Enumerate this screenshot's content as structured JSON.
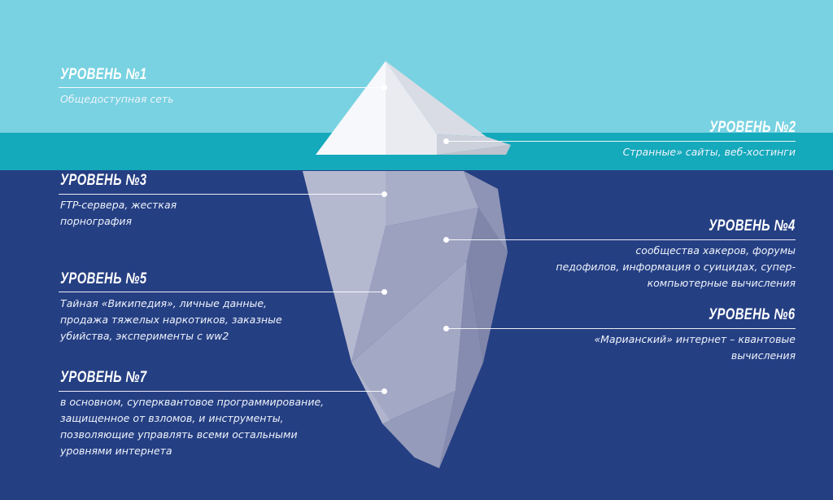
{
  "colors": {
    "sky": "#78d2e1",
    "surface_band": "#14a9bb",
    "deep_water": "#253f83",
    "ice_white": "#ffffff",
    "ice_shadow": "#c8ccd8"
  },
  "levels": [
    {
      "title": "УРОВЕНЬ №1",
      "desc": [
        "Общедоступная сеть"
      ]
    },
    {
      "title": "УРОВЕНЬ №2",
      "desc": [
        "Странные» сайты, веб-хостинги"
      ]
    },
    {
      "title": "УРОВЕНЬ №3",
      "desc": [
        "FTP-сервера, жесткая",
        "порнография"
      ]
    },
    {
      "title": "УРОВЕНЬ №4",
      "desc": [
        "сообщества хакеров, форумы",
        "педофилов, информация о суицидах, супер-",
        "компьютерные вычисления"
      ]
    },
    {
      "title": "УРОВЕНЬ №5",
      "desc": [
        "Тайная «Википедия», личные данные,",
        "продажа тяжелых наркотиков, заказные",
        "убийства, эксперименты с ww2"
      ]
    },
    {
      "title": "УРОВЕНЬ №6",
      "desc": [
        "«Марианский» интернет – квантовые",
        "вычисления"
      ]
    },
    {
      "title": "УРОВЕНЬ №7",
      "desc": [
        "в основном, суперквантовое программирование,",
        "защищенное от взломов, и инструменты,",
        "позволяющие управлять всеми остальными",
        "уровнями интернета"
      ]
    }
  ]
}
